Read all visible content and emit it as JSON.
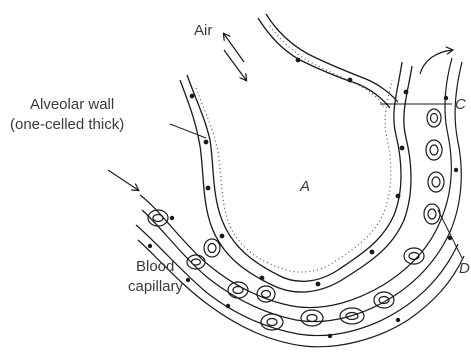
{
  "labels": {
    "air": "Air",
    "alveolar_wall_line1": "Alveolar wall",
    "alveolar_wall_line2": "(one-celled thick)",
    "alveolus": "A",
    "c": "C",
    "d": "D",
    "blood_line1": "Blood",
    "blood_line2": "capillary"
  },
  "colors": {
    "ink": "#1a1a1a",
    "text": "#3a3a3a",
    "background": "#ffffff"
  }
}
